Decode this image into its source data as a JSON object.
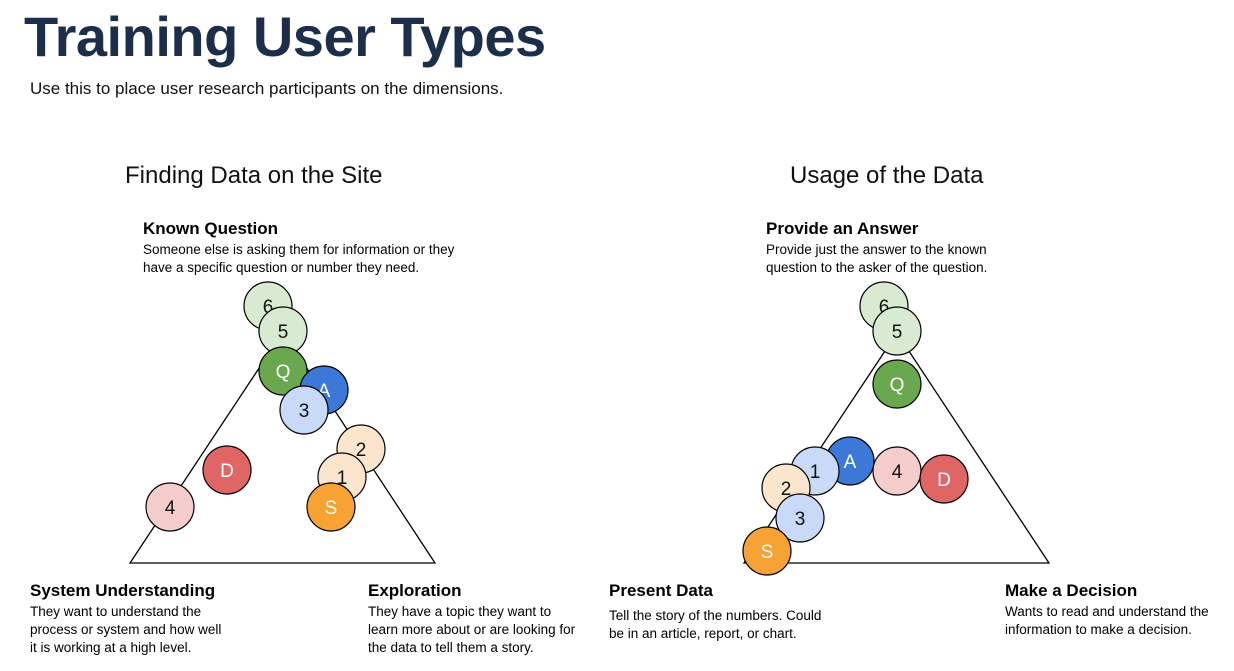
{
  "page": {
    "title": "Training User Types",
    "subtitle": "Use this to place user research participants on the dimensions."
  },
  "colors": {
    "title": "#1c2e4a",
    "light_green": "#d9ead3",
    "dark_green": "#6aa84f",
    "blue": "#3c78d8",
    "light_blue": "#c9daf8",
    "peach": "#fce5cd",
    "orange": "#f6a234",
    "red": "#e06666",
    "pink": "#f4cccc"
  },
  "left_panel": {
    "title": "Finding Data on the Site",
    "top": {
      "heading": "Known Question",
      "desc_lines": [
        "Someone else is asking them for information or they",
        "have a specific question or number they need."
      ]
    },
    "bottom_left": {
      "heading": "System Understanding",
      "desc_lines": [
        "They want to understand the",
        "process or system and how well",
        "it is working at a high level."
      ]
    },
    "bottom_right": {
      "heading": "Exploration",
      "desc_lines": [
        "They have a topic they want to",
        "learn more about or are looking for",
        "the data to tell them a story."
      ]
    },
    "markers": [
      {
        "label": "6",
        "color": "light_green"
      },
      {
        "label": "5",
        "color": "light_green"
      },
      {
        "label": "Q",
        "color": "dark_green"
      },
      {
        "label": "A",
        "color": "blue"
      },
      {
        "label": "3",
        "color": "light_blue"
      },
      {
        "label": "2",
        "color": "peach"
      },
      {
        "label": "1",
        "color": "peach"
      },
      {
        "label": "S",
        "color": "orange"
      },
      {
        "label": "D",
        "color": "red"
      },
      {
        "label": "4",
        "color": "pink"
      }
    ]
  },
  "right_panel": {
    "title": "Usage of the Data",
    "top": {
      "heading": "Provide an Answer",
      "desc_lines": [
        "Provide just the answer to the known",
        "question to the asker of the question."
      ]
    },
    "bottom_left": {
      "heading": "Present Data",
      "desc_lines": [
        "Tell the story of the numbers.  Could",
        "be in an article, report, or chart."
      ]
    },
    "bottom_right": {
      "heading": "Make a Decision",
      "desc_lines": [
        "Wants to read and understand the",
        "information to make a decision."
      ]
    },
    "markers": [
      {
        "label": "6",
        "color": "light_green"
      },
      {
        "label": "5",
        "color": "light_green"
      },
      {
        "label": "Q",
        "color": "dark_green"
      },
      {
        "label": "A",
        "color": "blue"
      },
      {
        "label": "1",
        "color": "light_blue"
      },
      {
        "label": "4",
        "color": "pink"
      },
      {
        "label": "D",
        "color": "red"
      },
      {
        "label": "2",
        "color": "peach"
      },
      {
        "label": "3",
        "color": "light_blue"
      },
      {
        "label": "S",
        "color": "orange"
      }
    ]
  }
}
